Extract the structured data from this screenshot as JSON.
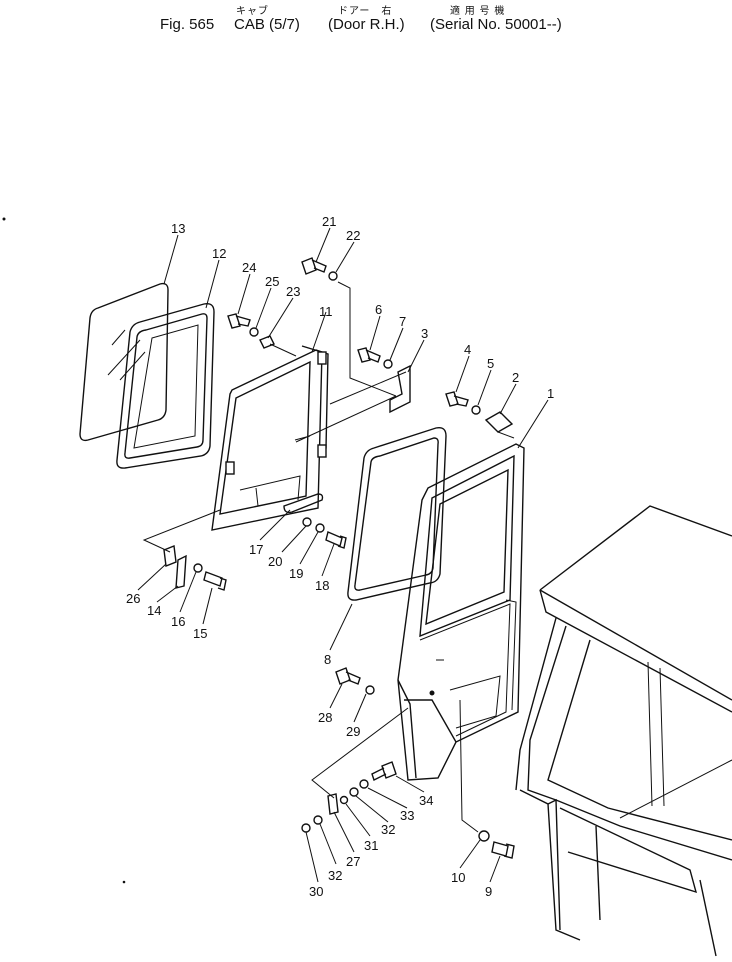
{
  "title": {
    "fig": "Fig. 565",
    "cab_ruby": "キャブ",
    "cab": "CAB (5/7)",
    "door_ruby": "ドアー　右",
    "door": "(Door R.H.)",
    "serial_ruby": "適 用 号 機",
    "serial": "(Serial No. 50001--)"
  },
  "callouts": [
    "1",
    "2",
    "3",
    "4",
    "5",
    "6",
    "7",
    "8",
    "9",
    "10",
    "11",
    "12",
    "13",
    "14",
    "15",
    "16",
    "17",
    "18",
    "19",
    "20",
    "21",
    "22",
    "23",
    "24",
    "25",
    "26",
    "27",
    "28",
    "29",
    "30",
    "31",
    "32",
    "32",
    "33",
    "34"
  ]
}
